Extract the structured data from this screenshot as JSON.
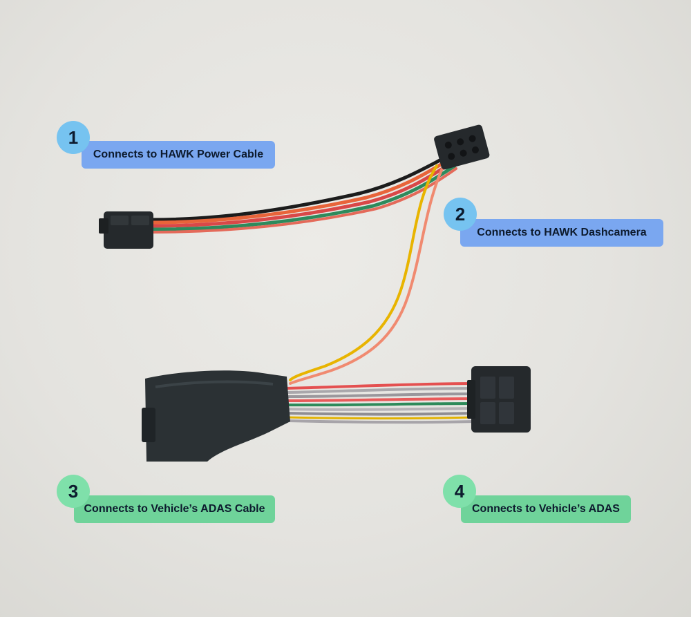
{
  "colors": {
    "blue_pill": "#7aa7f0",
    "blue_circle": "#76c3f0",
    "green_pill": "#6fd39a",
    "green_circle": "#7fe0aa",
    "connector": "#25292c"
  },
  "callouts": [
    {
      "number": "1",
      "label": "Connects to HAWK Power Cable"
    },
    {
      "number": "2",
      "label": "Connects to HAWK Dashcamera"
    },
    {
      "number": "3",
      "label": "Connects to Vehicle’s ADAS Cable"
    },
    {
      "number": "4",
      "label": "Connects to Vehicle’s ADAS"
    }
  ]
}
